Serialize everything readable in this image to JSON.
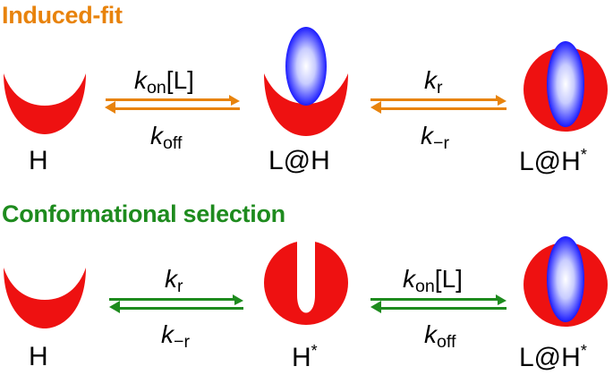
{
  "colors": {
    "induced": "#E8830C",
    "conformational": "#1E8B1E",
    "host": "#EE1111",
    "ligand_dark": "#1A1AFF",
    "ligand_light": "#FFFFFF"
  },
  "induced_fit": {
    "title": "Induced-fit",
    "species": [
      {
        "label": "H",
        "icon": "open-host-icon"
      },
      {
        "label": "L@H",
        "icon": "ligand-in-open-host-icon"
      },
      {
        "label": "L@H",
        "sup": "*",
        "icon": "ligand-in-closed-host-icon"
      }
    ],
    "arrows": [
      {
        "top": {
          "k": "k",
          "sub": "on",
          "tail": "[L]"
        },
        "bottom": {
          "k": "k",
          "sub": "off",
          "tail": ""
        }
      },
      {
        "top": {
          "k": "k",
          "sub": "r",
          "tail": ""
        },
        "bottom": {
          "k": "k",
          "sub": "−r",
          "tail": ""
        }
      }
    ]
  },
  "conformational_selection": {
    "title": "Conformational selection",
    "species": [
      {
        "label": "H",
        "icon": "open-host-icon"
      },
      {
        "label": "H",
        "sup": "*",
        "icon": "closed-host-icon"
      },
      {
        "label": "L@H",
        "sup": "*",
        "icon": "ligand-in-closed-host-icon"
      }
    ],
    "arrows": [
      {
        "top": {
          "k": "k",
          "sub": "r",
          "tail": ""
        },
        "bottom": {
          "k": "k",
          "sub": "−r",
          "tail": ""
        }
      },
      {
        "top": {
          "k": "k",
          "sub": "on",
          "tail": "[L]"
        },
        "bottom": {
          "k": "k",
          "sub": "off",
          "tail": ""
        }
      }
    ]
  }
}
